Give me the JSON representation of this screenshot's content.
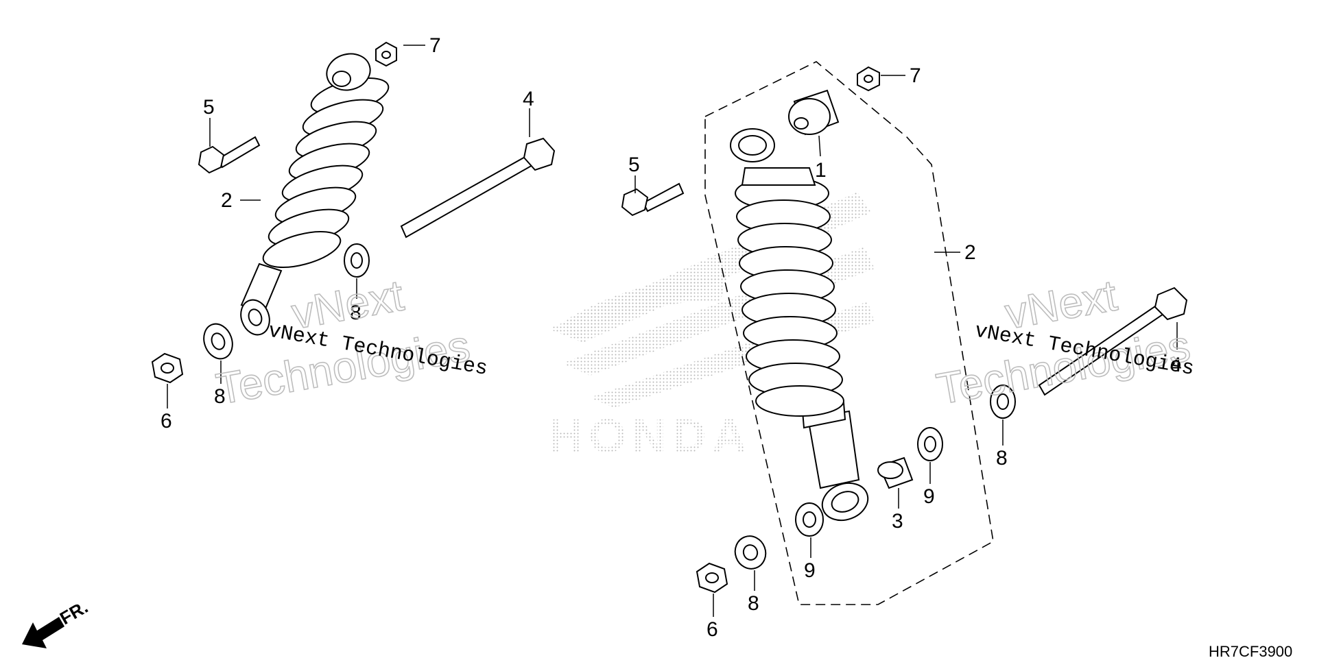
{
  "diagram": {
    "code": "HR7CF3900",
    "direction_label": "FR.",
    "logo_text": "HONDA",
    "watermark": {
      "line1": "vNext",
      "line2": "Technologies",
      "line3": "vNext Technologies"
    },
    "callouts": {
      "left_5": "5",
      "left_2": "2",
      "left_7": "7",
      "left_4": "4",
      "left_8a": "8",
      "left_8b": "8",
      "left_6": "6",
      "right_5": "5",
      "right_7": "7",
      "right_1": "1",
      "right_2": "2",
      "right_4": "4",
      "right_8a": "8",
      "right_8b": "8",
      "right_6": "6",
      "right_9a": "9",
      "right_9b": "9",
      "right_3": "3"
    }
  }
}
